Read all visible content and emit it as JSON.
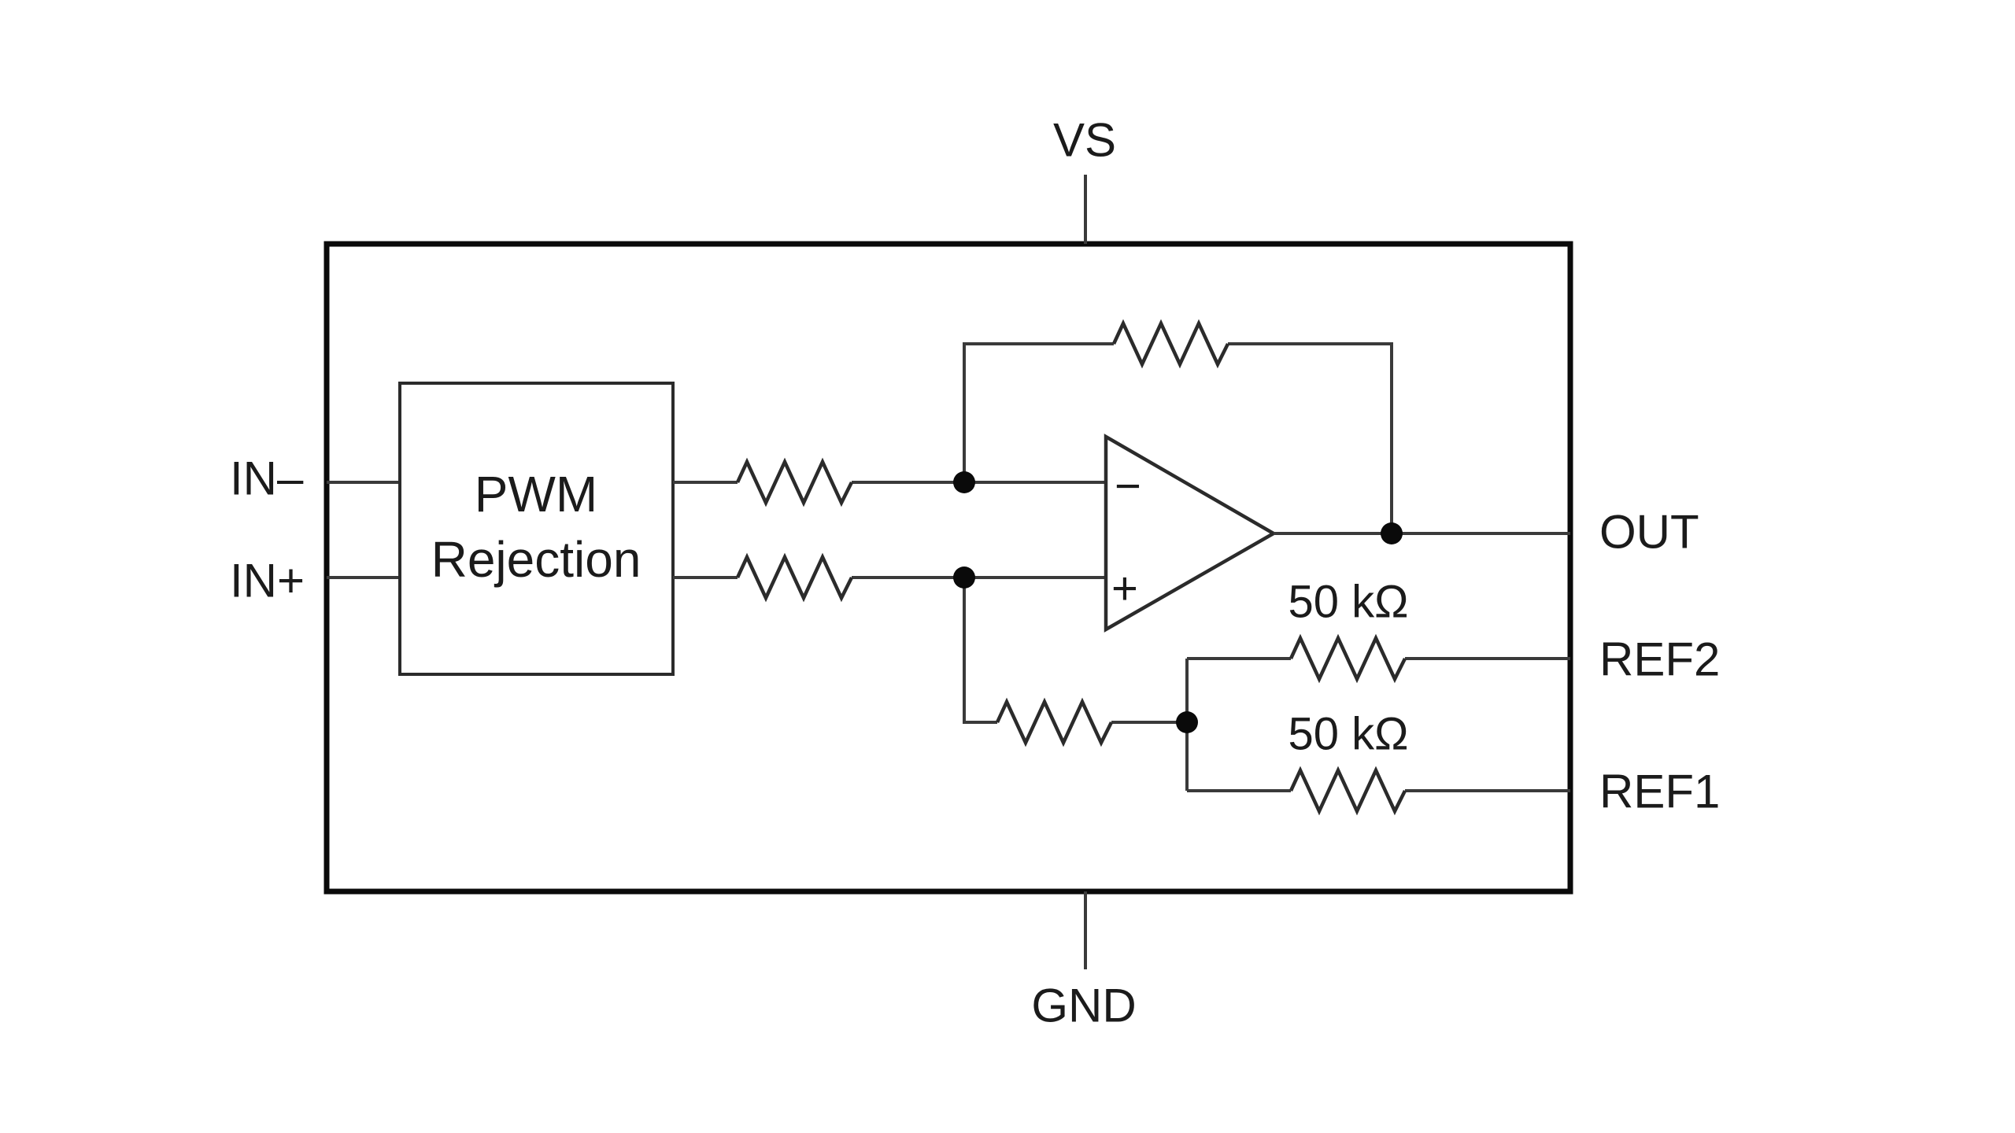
{
  "pins": {
    "vs": {
      "label": "VS"
    },
    "gnd": {
      "label": "GND"
    },
    "in_minus": {
      "label": "IN–"
    },
    "in_plus": {
      "label": "IN+"
    },
    "out": {
      "label": "OUT"
    },
    "ref2": {
      "label": "REF2"
    },
    "ref1": {
      "label": "REF1"
    }
  },
  "blocks": {
    "pwm_rejection": {
      "line1": "PWM",
      "line2": "Rejection"
    }
  },
  "opamp": {
    "inverting_input": "−",
    "noninverting_input": "+"
  },
  "resistors": {
    "ref2_value": "50 kΩ",
    "ref1_value": "50 kΩ"
  },
  "colors": {
    "background": "#ffffff",
    "wire": "#3a3a3a",
    "outline": "#0a0a0a",
    "ink": "#1b1b1b"
  }
}
